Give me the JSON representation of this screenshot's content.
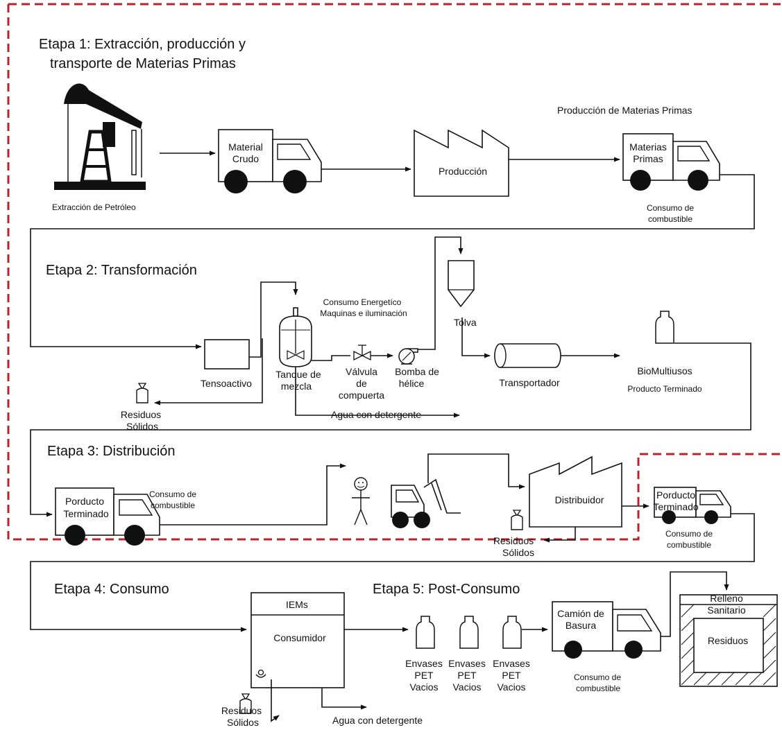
{
  "stages": {
    "s1_line1": "Etapa 1: Extracción, producción y",
    "s1_line2": "transporte de Materias Primas",
    "s2": "Etapa 2: Transformación",
    "s3": "Etapa 3: Distribución",
    "s4": "Etapa 4: Consumo",
    "s5": "Etapa 5: Post-Consumo"
  },
  "stage1": {
    "extraction": "Extracción de Petróleo",
    "truck1_l1": "Material",
    "truck1_l2": "Crudo",
    "factory": "Producción",
    "production_note": "Producción de Materias Primas",
    "truck2_l1": "Materias",
    "truck2_l2": "Primas",
    "fuel_l1": "Consumo  de",
    "fuel_l2": "combustible"
  },
  "stage2": {
    "tensoactivo": "Tensoactivo",
    "tank_l1": "Tanque de",
    "tank_l2": "mezcla",
    "energy_l1": "Consumo Energetíco",
    "energy_l2": "Maquinas e iluminación",
    "valve_l1": "Válvula",
    "valve_l2": "de",
    "valve_l3": "compuerta",
    "pump_l1": "Bomba de",
    "pump_l2": "hélice",
    "hopper": "Tolva",
    "conveyor": "Transportador",
    "product": "BioMultiusos",
    "product_note": "Producto Terminado",
    "waste_l1": "Residuos",
    "waste_l2": "Sólidos",
    "water": "Agua con detergente"
  },
  "stage3": {
    "truck_l1": "Porducto",
    "truck_l2": "Terminado",
    "fuel_l1": "Consumo  de",
    "fuel_l2": "combustible",
    "distributor": "Distribuidor",
    "waste_l1": "Residuos",
    "waste_l2": "Sólidos",
    "truck2_l1": "Porducto",
    "truck2_l2": "Terminado",
    "fuel2_l1": "Consumo  de",
    "fuel2_l2": "combustible"
  },
  "stage4": {
    "iem": "IEMs",
    "consumer": "Consumidor",
    "waste_l1": "Residuos",
    "waste_l2": "Sólidos",
    "water": "Agua con detergente"
  },
  "stage5": {
    "pet_l1": "Envases",
    "pet_l2": "PET",
    "pet_l3": "Vacios",
    "garbage_l1": "Camión de",
    "garbage_l2": "Basura",
    "fuel_l1": "Consumo  de",
    "fuel_l2": "combustible",
    "landfill_l1": "Relleno",
    "landfill_l2": "Sanitario",
    "landfill_inner": "Residuos"
  },
  "colors": {
    "boundary": "#b5262c",
    "line": "#111111"
  }
}
